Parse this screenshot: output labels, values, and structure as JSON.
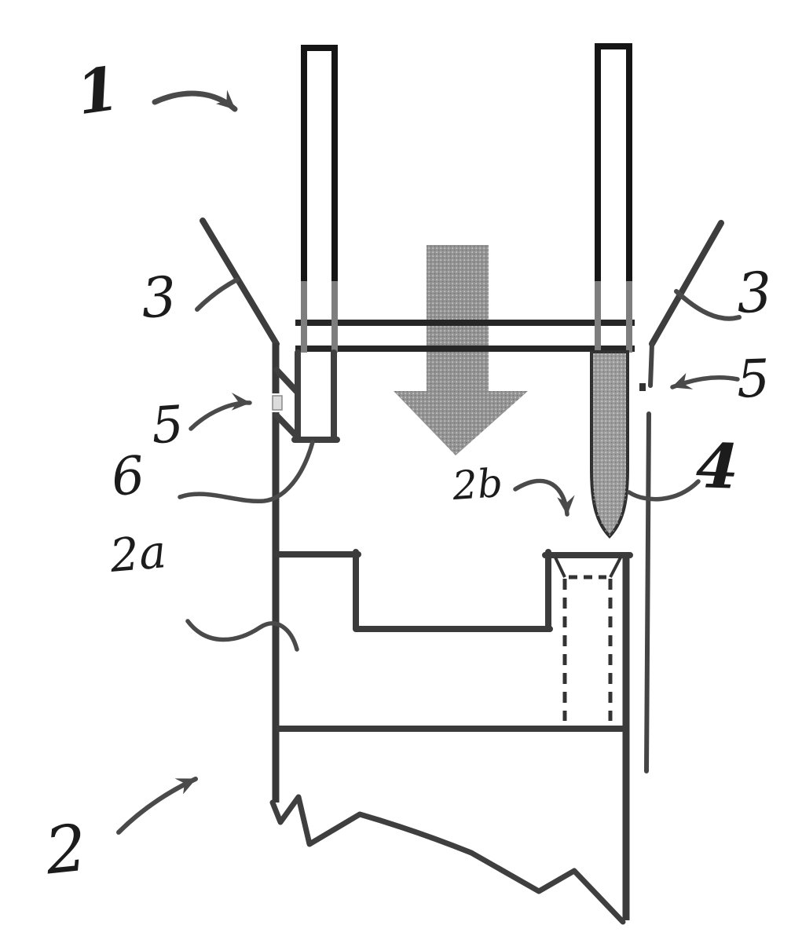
{
  "figure": {
    "kind": "hand-drawn cross-section sketch",
    "colors": {
      "background": "#ffffff",
      "ink": "#1c1c1c",
      "sketch": "#3d3d3d",
      "leader": "#4a4a4a",
      "arrow_fill": "#949494",
      "pin_fill": "#9c9c9c"
    },
    "labels": {
      "n1": {
        "text": "1"
      },
      "n2": {
        "text": "2"
      },
      "n2a": {
        "text": "2a"
      },
      "n2b": {
        "text": "2b"
      },
      "n3_left": {
        "text": "3"
      },
      "n3_right": {
        "text": "3"
      },
      "n4": {
        "text": "4"
      },
      "n5_left": {
        "text": "5"
      },
      "n5_right": {
        "text": "5"
      },
      "n6": {
        "text": "6"
      }
    }
  }
}
